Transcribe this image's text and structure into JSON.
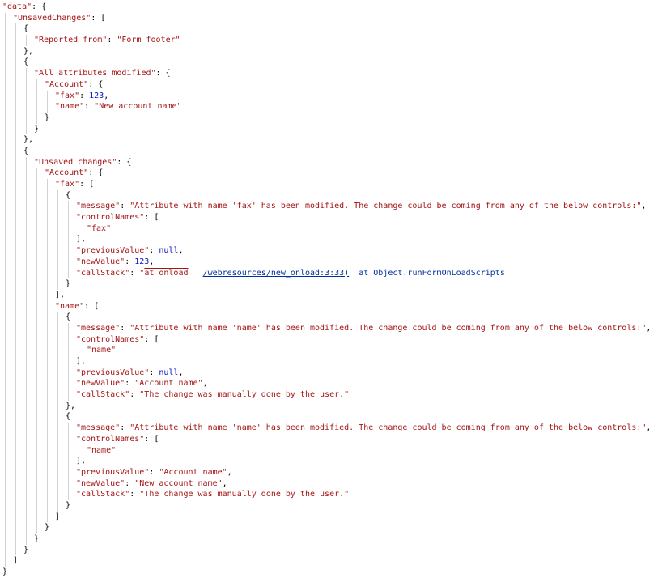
{
  "colors": {
    "background": "#ffffff",
    "key": "#a31515",
    "string": "#a31515",
    "number": "#0f14c8",
    "null": "#0f14c8",
    "punct": "#000000",
    "link": "#00309e",
    "stack": "#00309e",
    "guide": "#d2d2d2"
  },
  "viewer": {
    "description": "JSON console output of unsaved changes diagnostics",
    "lines": [
      {
        "indent": 0,
        "segments": [
          {
            "type": "key",
            "text": "\"data\""
          },
          {
            "type": "punct",
            "text": ": {"
          }
        ]
      },
      {
        "indent": 1,
        "segments": [
          {
            "type": "key",
            "text": "\"UnsavedChanges\""
          },
          {
            "type": "punct",
            "text": ": ["
          }
        ]
      },
      {
        "indent": 2,
        "segments": [
          {
            "type": "punct",
            "text": "{"
          }
        ]
      },
      {
        "indent": 3,
        "segments": [
          {
            "type": "key",
            "text": "\"Reported from\""
          },
          {
            "type": "punct",
            "text": ": "
          },
          {
            "type": "string",
            "text": "\"Form footer\""
          }
        ]
      },
      {
        "indent": 2,
        "segments": [
          {
            "type": "punct",
            "text": "},"
          }
        ]
      },
      {
        "indent": 2,
        "segments": [
          {
            "type": "punct",
            "text": "{"
          }
        ]
      },
      {
        "indent": 3,
        "segments": [
          {
            "type": "key",
            "text": "\"All attributes modified\""
          },
          {
            "type": "punct",
            "text": ": {"
          }
        ]
      },
      {
        "indent": 4,
        "segments": [
          {
            "type": "key",
            "text": "\"Account\""
          },
          {
            "type": "punct",
            "text": ": {"
          }
        ]
      },
      {
        "indent": 5,
        "segments": [
          {
            "type": "key",
            "text": "\"fax\""
          },
          {
            "type": "punct",
            "text": ": "
          },
          {
            "type": "number",
            "text": "123"
          },
          {
            "type": "punct",
            "text": ","
          }
        ]
      },
      {
        "indent": 5,
        "segments": [
          {
            "type": "key",
            "text": "\"name\""
          },
          {
            "type": "punct",
            "text": ": "
          },
          {
            "type": "string",
            "text": "\"New account name\""
          }
        ]
      },
      {
        "indent": 4,
        "segments": [
          {
            "type": "punct",
            "text": "}"
          }
        ]
      },
      {
        "indent": 3,
        "segments": [
          {
            "type": "punct",
            "text": "}"
          }
        ]
      },
      {
        "indent": 2,
        "segments": [
          {
            "type": "punct",
            "text": "},"
          }
        ]
      },
      {
        "indent": 2,
        "segments": [
          {
            "type": "punct",
            "text": "{"
          }
        ]
      },
      {
        "indent": 3,
        "segments": [
          {
            "type": "key",
            "text": "\"Unsaved changes\""
          },
          {
            "type": "punct",
            "text": ": {"
          }
        ]
      },
      {
        "indent": 4,
        "segments": [
          {
            "type": "key",
            "text": "\"Account\""
          },
          {
            "type": "punct",
            "text": ": {"
          }
        ]
      },
      {
        "indent": 5,
        "segments": [
          {
            "type": "key",
            "text": "\"fax\""
          },
          {
            "type": "punct",
            "text": ": ["
          }
        ]
      },
      {
        "indent": 6,
        "segments": [
          {
            "type": "punct",
            "text": "{"
          }
        ]
      },
      {
        "indent": 7,
        "segments": [
          {
            "type": "key",
            "text": "\"message\""
          },
          {
            "type": "punct",
            "text": ": "
          },
          {
            "type": "string",
            "text": "\"Attribute with name 'fax' has been modified. The change could be coming from any of the below controls:\""
          },
          {
            "type": "punct",
            "text": ","
          }
        ]
      },
      {
        "indent": 7,
        "segments": [
          {
            "type": "key",
            "text": "\"controlNames\""
          },
          {
            "type": "punct",
            "text": ": ["
          }
        ]
      },
      {
        "indent": 8,
        "segments": [
          {
            "type": "string",
            "text": "\"fax\""
          }
        ]
      },
      {
        "indent": 7,
        "segments": [
          {
            "type": "punct",
            "text": "],"
          }
        ]
      },
      {
        "indent": 7,
        "segments": [
          {
            "type": "key",
            "text": "\"previousValue\""
          },
          {
            "type": "punct",
            "text": ": "
          },
          {
            "type": "null",
            "text": "null"
          },
          {
            "type": "punct",
            "text": ","
          }
        ]
      },
      {
        "indent": 7,
        "segments": [
          {
            "type": "key",
            "text": "\"newValue\""
          },
          {
            "type": "punct",
            "text": ": "
          },
          {
            "type": "number",
            "text": "123"
          },
          {
            "type": "punct",
            "text": ","
          }
        ]
      },
      {
        "indent": 7,
        "segments": [
          {
            "type": "key",
            "text": "\"callStack\""
          },
          {
            "type": "punct",
            "text": ": "
          },
          {
            "type": "string",
            "text": "\""
          },
          {
            "type": "onload",
            "text": "at onload"
          },
          {
            "type": "string",
            "text": "   "
          },
          {
            "type": "link",
            "text": "/webresources/new_onload:3:33)"
          },
          {
            "type": "stack",
            "text": "  at Object.runFormOnLoadScripts"
          }
        ]
      },
      {
        "indent": 6,
        "segments": [
          {
            "type": "punct",
            "text": "}"
          }
        ]
      },
      {
        "indent": 5,
        "segments": [
          {
            "type": "punct",
            "text": "],"
          }
        ]
      },
      {
        "indent": 5,
        "segments": [
          {
            "type": "key",
            "text": "\"name\""
          },
          {
            "type": "punct",
            "text": ": ["
          }
        ]
      },
      {
        "indent": 6,
        "segments": [
          {
            "type": "punct",
            "text": "{"
          }
        ]
      },
      {
        "indent": 7,
        "segments": [
          {
            "type": "key",
            "text": "\"message\""
          },
          {
            "type": "punct",
            "text": ": "
          },
          {
            "type": "string",
            "text": "\"Attribute with name 'name' has been modified. The change could be coming from any of the below controls:\""
          },
          {
            "type": "punct",
            "text": ","
          }
        ]
      },
      {
        "indent": 7,
        "segments": [
          {
            "type": "key",
            "text": "\"controlNames\""
          },
          {
            "type": "punct",
            "text": ": ["
          }
        ]
      },
      {
        "indent": 8,
        "segments": [
          {
            "type": "string",
            "text": "\"name\""
          }
        ]
      },
      {
        "indent": 7,
        "segments": [
          {
            "type": "punct",
            "text": "],"
          }
        ]
      },
      {
        "indent": 7,
        "segments": [
          {
            "type": "key",
            "text": "\"previousValue\""
          },
          {
            "type": "punct",
            "text": ": "
          },
          {
            "type": "null",
            "text": "null"
          },
          {
            "type": "punct",
            "text": ","
          }
        ]
      },
      {
        "indent": 7,
        "segments": [
          {
            "type": "key",
            "text": "\"newValue\""
          },
          {
            "type": "punct",
            "text": ": "
          },
          {
            "type": "string",
            "text": "\"Account name\""
          },
          {
            "type": "punct",
            "text": ","
          }
        ]
      },
      {
        "indent": 7,
        "segments": [
          {
            "type": "key",
            "text": "\"callStack\""
          },
          {
            "type": "punct",
            "text": ": "
          },
          {
            "type": "string",
            "text": "\"The change was manually done by the user.\""
          }
        ]
      },
      {
        "indent": 6,
        "segments": [
          {
            "type": "punct",
            "text": "},"
          }
        ]
      },
      {
        "indent": 6,
        "segments": [
          {
            "type": "punct",
            "text": "{"
          }
        ]
      },
      {
        "indent": 7,
        "segments": [
          {
            "type": "key",
            "text": "\"message\""
          },
          {
            "type": "punct",
            "text": ": "
          },
          {
            "type": "string",
            "text": "\"Attribute with name 'name' has been modified. The change could be coming from any of the below controls:\""
          },
          {
            "type": "punct",
            "text": ","
          }
        ]
      },
      {
        "indent": 7,
        "segments": [
          {
            "type": "key",
            "text": "\"controlNames\""
          },
          {
            "type": "punct",
            "text": ": ["
          }
        ]
      },
      {
        "indent": 8,
        "segments": [
          {
            "type": "string",
            "text": "\"name\""
          }
        ]
      },
      {
        "indent": 7,
        "segments": [
          {
            "type": "punct",
            "text": "],"
          }
        ]
      },
      {
        "indent": 7,
        "segments": [
          {
            "type": "key",
            "text": "\"previousValue\""
          },
          {
            "type": "punct",
            "text": ": "
          },
          {
            "type": "string",
            "text": "\"Account name\""
          },
          {
            "type": "punct",
            "text": ","
          }
        ]
      },
      {
        "indent": 7,
        "segments": [
          {
            "type": "key",
            "text": "\"newValue\""
          },
          {
            "type": "punct",
            "text": ": "
          },
          {
            "type": "string",
            "text": "\"New account name\""
          },
          {
            "type": "punct",
            "text": ","
          }
        ]
      },
      {
        "indent": 7,
        "segments": [
          {
            "type": "key",
            "text": "\"callStack\""
          },
          {
            "type": "punct",
            "text": ": "
          },
          {
            "type": "string",
            "text": "\"The change was manually done by the user.\""
          }
        ]
      },
      {
        "indent": 6,
        "segments": [
          {
            "type": "punct",
            "text": "}"
          }
        ]
      },
      {
        "indent": 5,
        "segments": [
          {
            "type": "punct",
            "text": "]"
          }
        ]
      },
      {
        "indent": 4,
        "segments": [
          {
            "type": "punct",
            "text": "}"
          }
        ]
      },
      {
        "indent": 3,
        "segments": [
          {
            "type": "punct",
            "text": "}"
          }
        ]
      },
      {
        "indent": 2,
        "segments": [
          {
            "type": "punct",
            "text": "}"
          }
        ]
      },
      {
        "indent": 1,
        "segments": [
          {
            "type": "punct",
            "text": "]"
          }
        ]
      },
      {
        "indent": 0,
        "segments": [
          {
            "type": "punct",
            "text": "}"
          }
        ]
      }
    ]
  }
}
